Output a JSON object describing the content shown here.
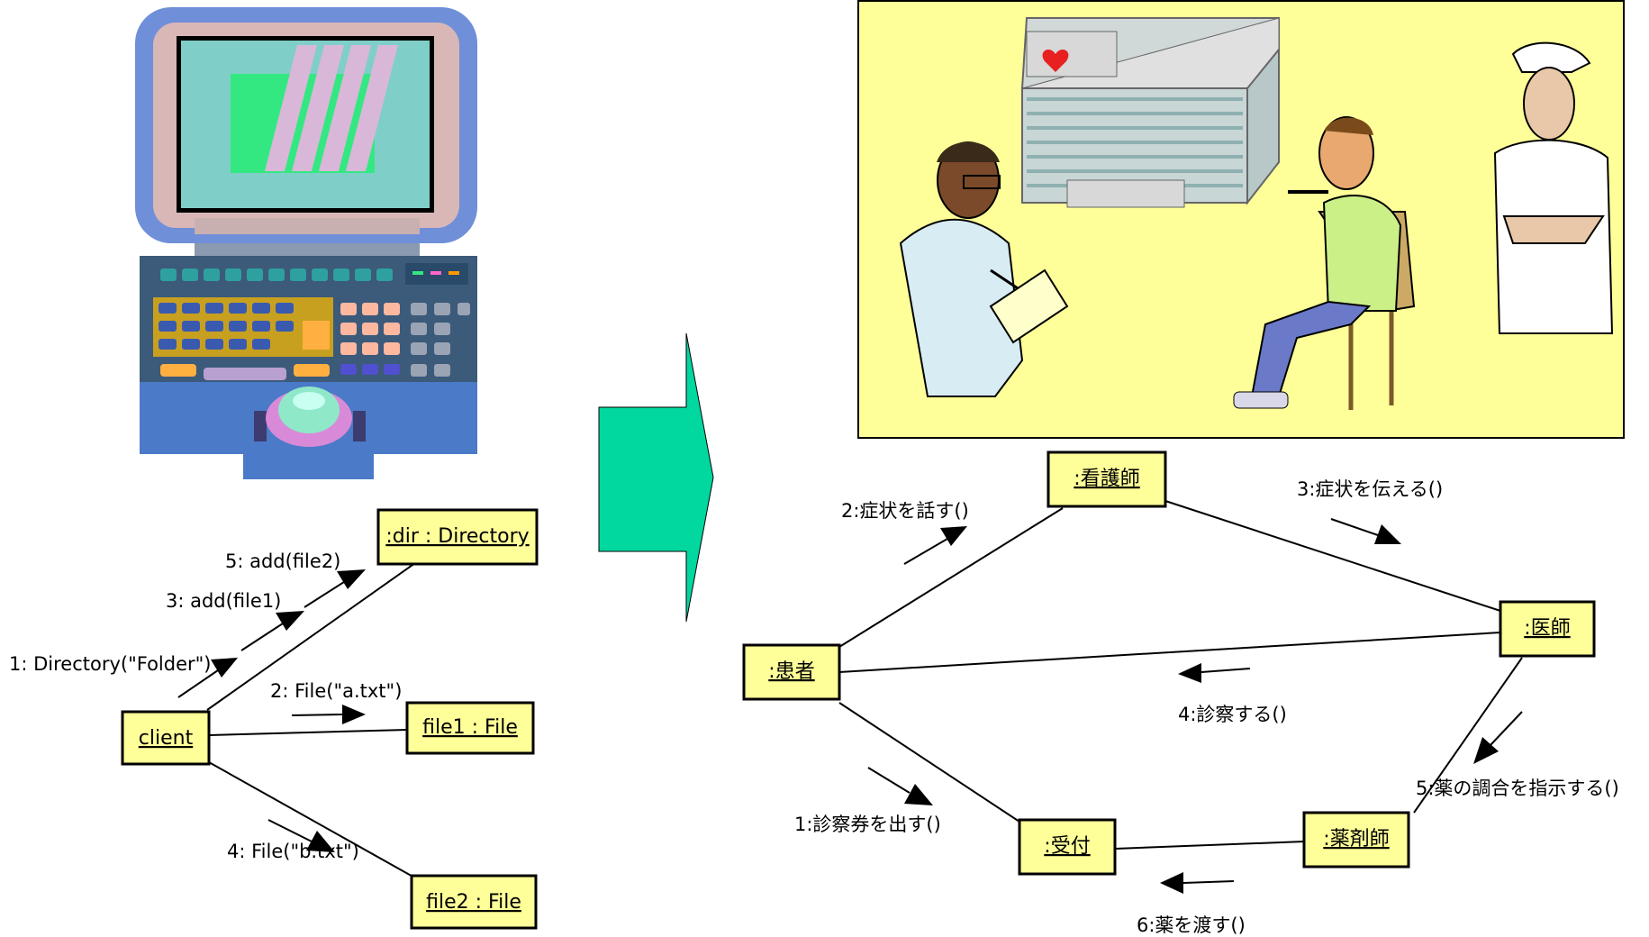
{
  "colors": {
    "object_fill": "#ffff99",
    "scene_background": "#ffff99",
    "transition_arrow": "#00d8a0",
    "line": "#000000"
  },
  "icons": {
    "computer": "computer-illustration",
    "hospital_scene": "hospital-scene-illustration",
    "transition": "right-arrow-icon"
  },
  "left_diagram": {
    "objects": {
      "dir": ":dir : Directory",
      "file1": "file1 : File",
      "file2": "file2 : File",
      "client": "client"
    },
    "messages": {
      "m1": "1: Directory(\"Folder\")",
      "m2": "2: File(\"a.txt\")",
      "m3": "3: add(file1)",
      "m4": "4: File(\"b.txt\")",
      "m5": "5: add(file2)"
    }
  },
  "right_diagram": {
    "objects": {
      "nurse": ":看護師",
      "patient": ":患者",
      "doctor": ":医師",
      "reception": ":受付",
      "pharmacist": ":薬剤師"
    },
    "messages": {
      "m1": "1:診察券を出す()",
      "m2": "2:症状を話す()",
      "m3": "3:症状を伝える()",
      "m4": "4:診察する()",
      "m5": "5:薬の調合を指示する()",
      "m6": "6:薬を渡す()"
    }
  }
}
